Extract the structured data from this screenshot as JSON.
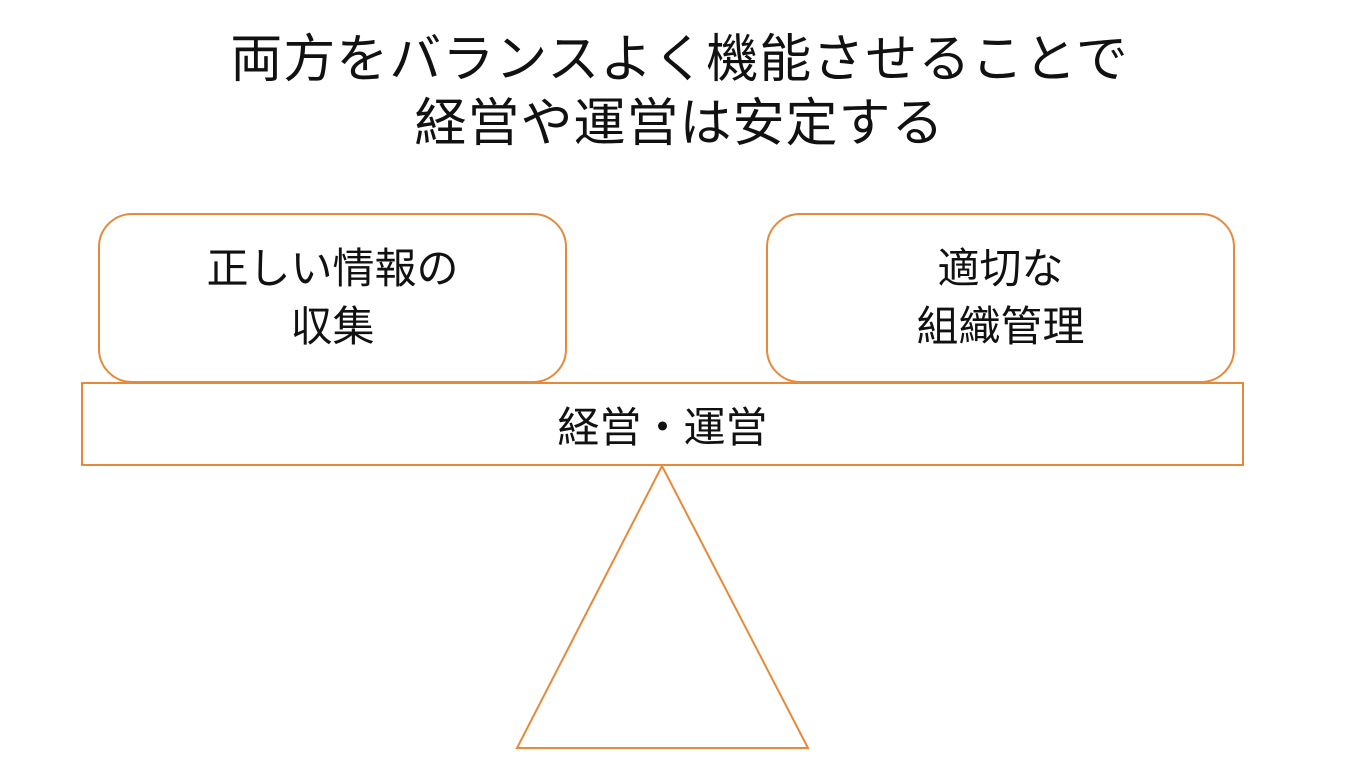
{
  "title": {
    "line1": "両方をバランスよく機能させることで",
    "line2": "経営や運営は安定する"
  },
  "left_box": {
    "line1": "正しい情報の",
    "line2": "収集"
  },
  "right_box": {
    "line1": "適切な",
    "line2": "組織管理"
  },
  "beam": {
    "label": "経営・運営"
  },
  "colors": {
    "accent": "#e58a3b",
    "text": "#111111",
    "background": "#ffffff"
  }
}
